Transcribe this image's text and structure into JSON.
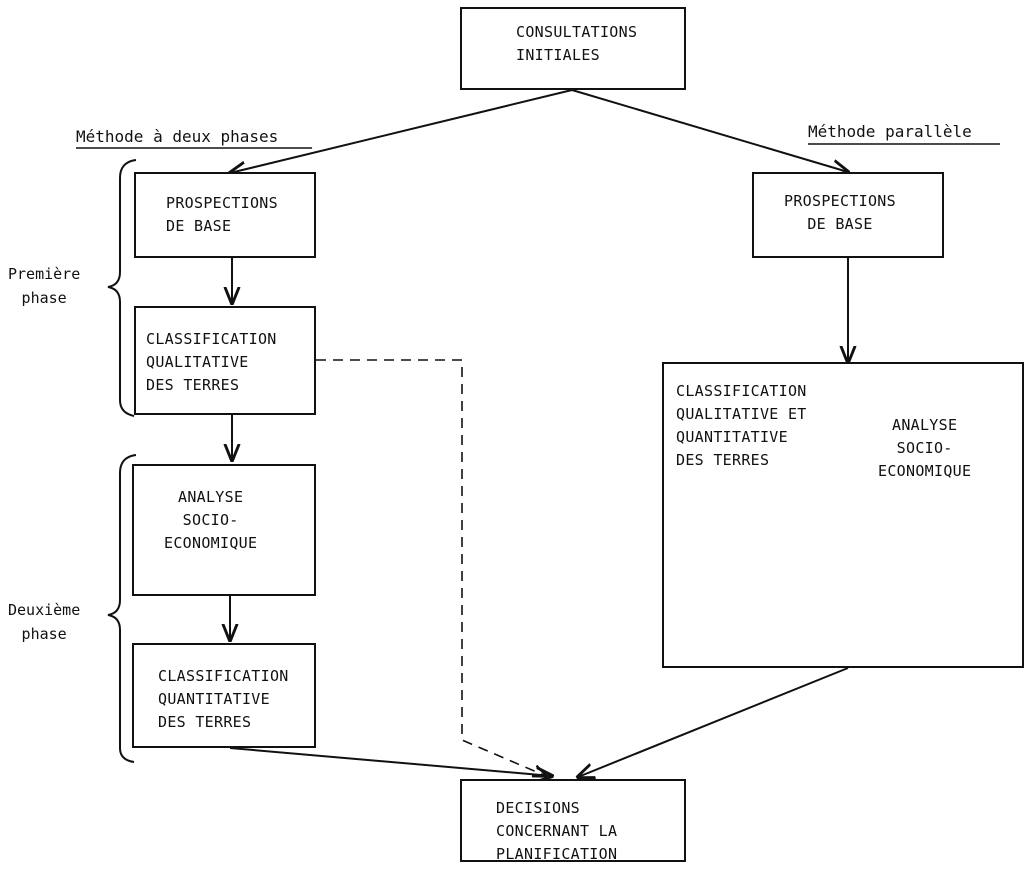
{
  "top": {
    "consultations": "CONSULTATIONS\nINITIALES"
  },
  "headings": {
    "two_phase": "Méthode à deux phases",
    "parallel": "Méthode parallèle"
  },
  "phases": {
    "first": "Première\nphase",
    "second": "Deuxième\nphase"
  },
  "left": {
    "prospections": "PROSPECTIONS\nDE BASE",
    "class_qual": "CLASSIFICATION\nQUALITATIVE\nDES TERRES",
    "analyse": "ANALYSE\nSOCIO-\nECONOMIQUE",
    "class_quant": "CLASSIFICATION\nQUANTITATIVE\nDES TERRES"
  },
  "right": {
    "prospections": "PROSPECTIONS\nDE BASE",
    "class_qual_quant": "CLASSIFICATION\nQUALITATIVE ET\nQUANTITATIVE\nDES TERRES",
    "analyse": "ANALYSE\nSOCIO-\nECONOMIQUE"
  },
  "bottom": {
    "decisions": "DECISIONS\nCONCERNANT LA\nPLANIFICATION"
  }
}
